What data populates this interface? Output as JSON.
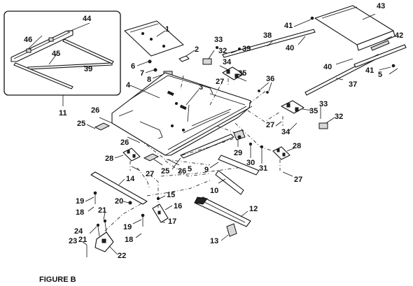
{
  "figure_label": "FIGURE B",
  "callouts": {
    "c1": "1",
    "c2": "2",
    "c3": "3",
    "c4": "4",
    "c5a": "5",
    "c5b": "5",
    "c6": "6",
    "c7": "7",
    "c8": "8",
    "c9": "9",
    "c10": "10",
    "c11": "11",
    "c12": "12",
    "c13": "13",
    "c14": "14",
    "c15": "15",
    "c16": "16",
    "c17": "17",
    "c18a": "18",
    "c18b": "18",
    "c19a": "19",
    "c19b": "19",
    "c20": "20",
    "c21a": "21",
    "c21b": "21",
    "c22": "22",
    "c23": "23",
    "c24": "24",
    "c25a": "25",
    "c25b": "25",
    "c26a": "26",
    "c26b": "26",
    "c26c": "26",
    "c27a": "27",
    "c27b": "27",
    "c27c": "27",
    "c27d": "27",
    "c28a": "28",
    "c28b": "28",
    "c29": "29",
    "c30": "30",
    "c31": "31",
    "c32a": "32",
    "c32b": "32",
    "c33a": "33",
    "c33b": "33",
    "c34a": "34",
    "c34b": "34",
    "c35a": "35",
    "c35b": "35",
    "c36": "36",
    "c37": "37",
    "c38": "38",
    "c39a": "39",
    "c39b": "39",
    "c40a": "40",
    "c40b": "40",
    "c41a": "41",
    "c41b": "41",
    "c42": "42",
    "c43": "43",
    "c44": "44",
    "c45": "45",
    "c46": "46"
  }
}
